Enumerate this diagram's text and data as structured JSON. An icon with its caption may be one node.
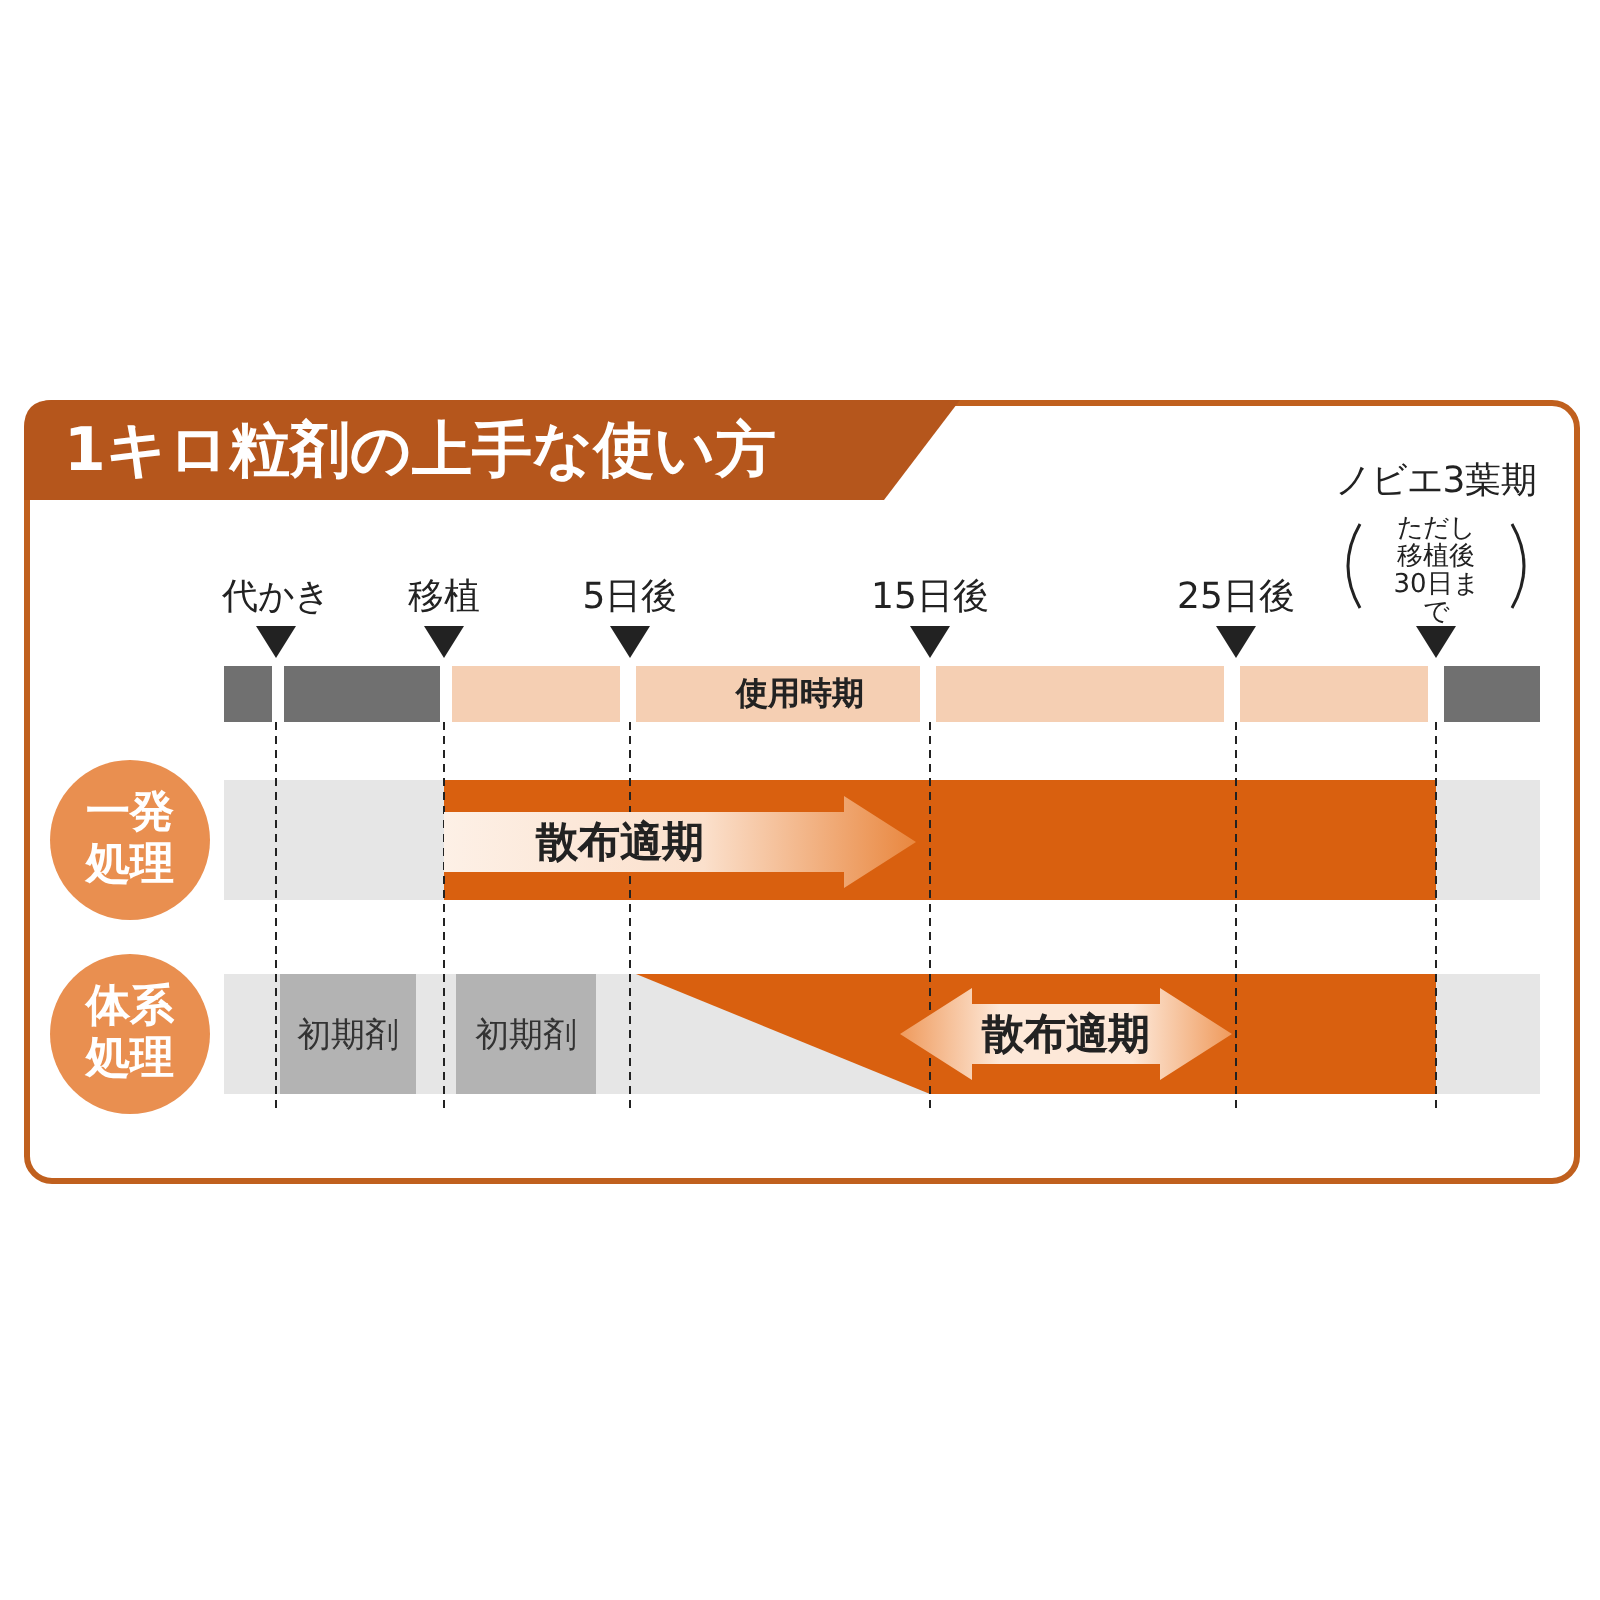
{
  "diagram": {
    "title": "1キロ粒剤の上手な使い方",
    "nodes": [
      {
        "text": [
          "一発処理"
        ]
      },
      {
        "text": [
          "体系処理"
        ]
      },
      {
        "text": [
          "使用時期"
        ]
      },
      {
        "text": [
          "散布適期"
        ]
      },
      {
        "text": [
          "初期剤"
        ]
      },
      {
        "text": [
          "初期剤"
        ]
      },
      {
        "text": [
          "散布適期"
        ]
      }
    ],
    "edges": [],
    "labels": [
      "ノビエ3葉期",
      "ただし移植後30日まで",
      "代かき",
      "移植",
      "5日後",
      "15日後",
      "25日後"
    ]
  }
}
